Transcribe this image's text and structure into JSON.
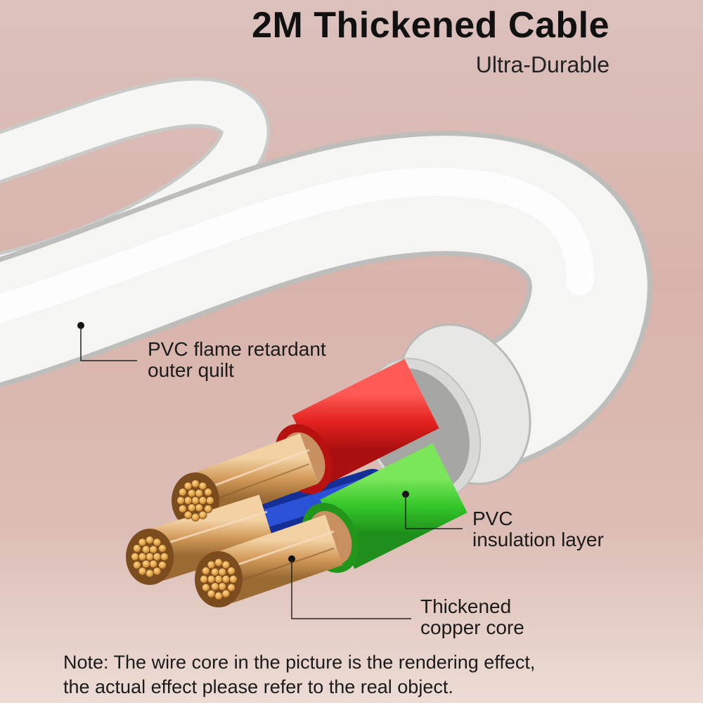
{
  "header": {
    "title": "2M Thickened Cable",
    "subtitle": "Ultra-Durable"
  },
  "callouts": {
    "outer": {
      "line1": "PVC flame retardant",
      "line2": "outer quilt"
    },
    "insulation": {
      "line1": "PVC",
      "line2": "insulation layer"
    },
    "copper": {
      "line1": "Thickened",
      "line2": "copper core"
    }
  },
  "note": {
    "line1": "Note: The wire core in the picture is the rendering effect,",
    "line2": "the actual effect please refer to the real object."
  },
  "colors": {
    "jacket": "#f4f4f2",
    "red_wire": "#e8262a",
    "green_wire": "#39c92b",
    "blue_wire": "#1a3fb8",
    "copper": "#d9a15a"
  }
}
